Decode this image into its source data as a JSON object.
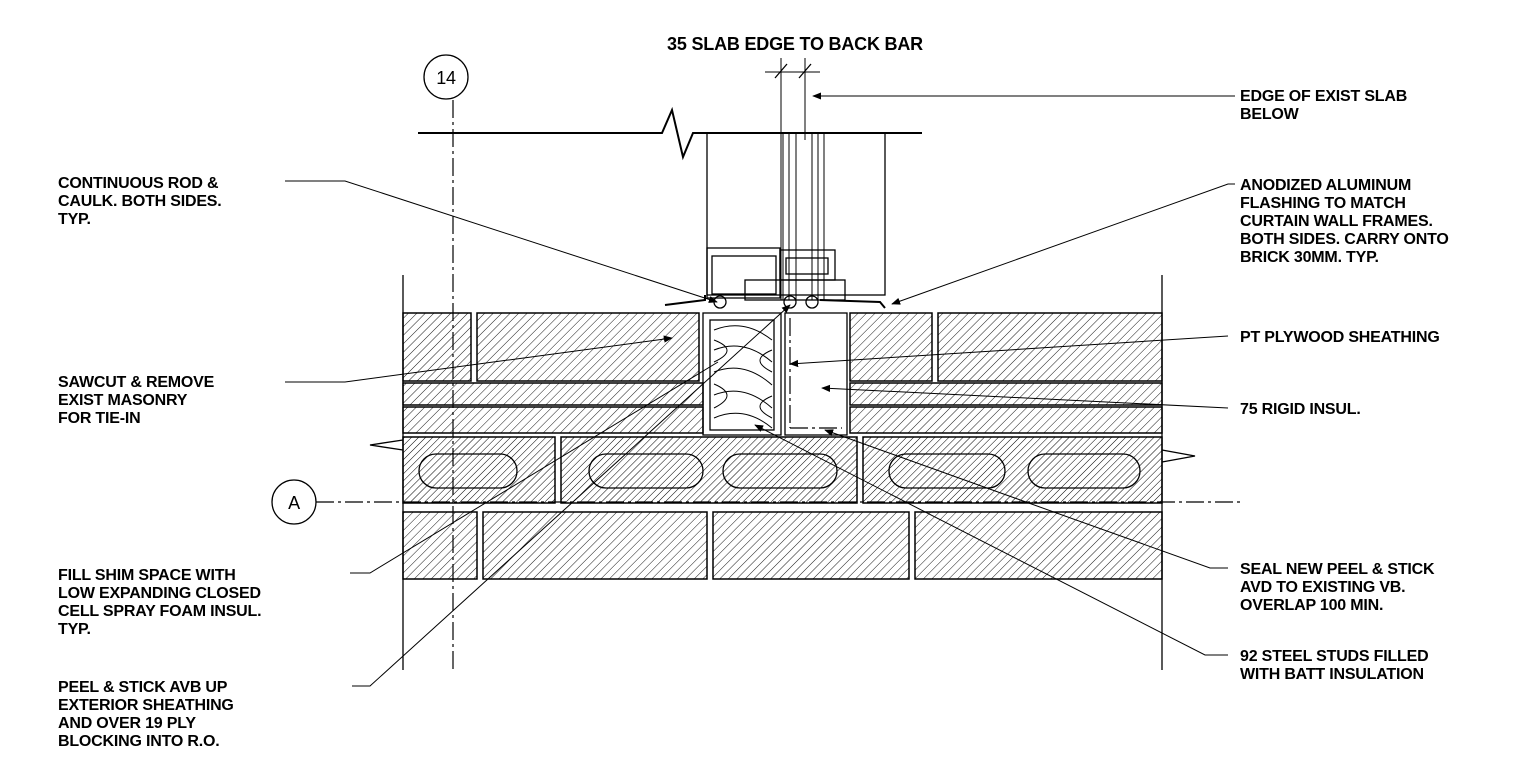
{
  "title": "35 SLAB EDGE TO BACK BAR",
  "grid_bubbles": {
    "vertical": "14",
    "horizontal": "A"
  },
  "left_labels": [
    {
      "id": "rod-caulk",
      "lines": [
        "CONTINUOUS ROD &",
        "CAULK. BOTH SIDES.",
        "TYP."
      ]
    },
    {
      "id": "sawcut",
      "lines": [
        "SAWCUT & REMOVE",
        "EXIST MASONRY",
        "FOR TIE-IN"
      ]
    },
    {
      "id": "fill-shim",
      "lines": [
        "FILL SHIM SPACE WITH",
        "LOW EXPANDING CLOSED",
        "CELL SPRAY FOAM INSUL.",
        "TYP."
      ]
    },
    {
      "id": "peel-stick-avb",
      "lines": [
        "PEEL & STICK AVB UP",
        "EXTERIOR SHEATHING",
        "AND OVER 19 PLY",
        "BLOCKING INTO R.O."
      ]
    }
  ],
  "right_labels": [
    {
      "id": "edge-slab",
      "lines": [
        "EDGE OF EXIST SLAB",
        "BELOW"
      ]
    },
    {
      "id": "flashing",
      "lines": [
        "ANODIZED ALUMINUM",
        "FLASHING TO MATCH",
        "CURTAIN WALL FRAMES.",
        "BOTH SIDES. CARRY ONTO",
        "BRICK 30MM. TYP."
      ]
    },
    {
      "id": "plywood",
      "lines": [
        "PT PLYWOOD SHEATHING"
      ]
    },
    {
      "id": "rigid-insul",
      "lines": [
        "75 RIGID INSUL."
      ]
    },
    {
      "id": "seal-avb",
      "lines": [
        "SEAL NEW PEEL & STICK",
        "AVD TO EXISTING VB.",
        "OVERLAP 100 MIN."
      ]
    },
    {
      "id": "steel-studs",
      "lines": [
        "92 STEEL STUDS FILLED",
        "WITH BATT INSULATION"
      ]
    }
  ]
}
